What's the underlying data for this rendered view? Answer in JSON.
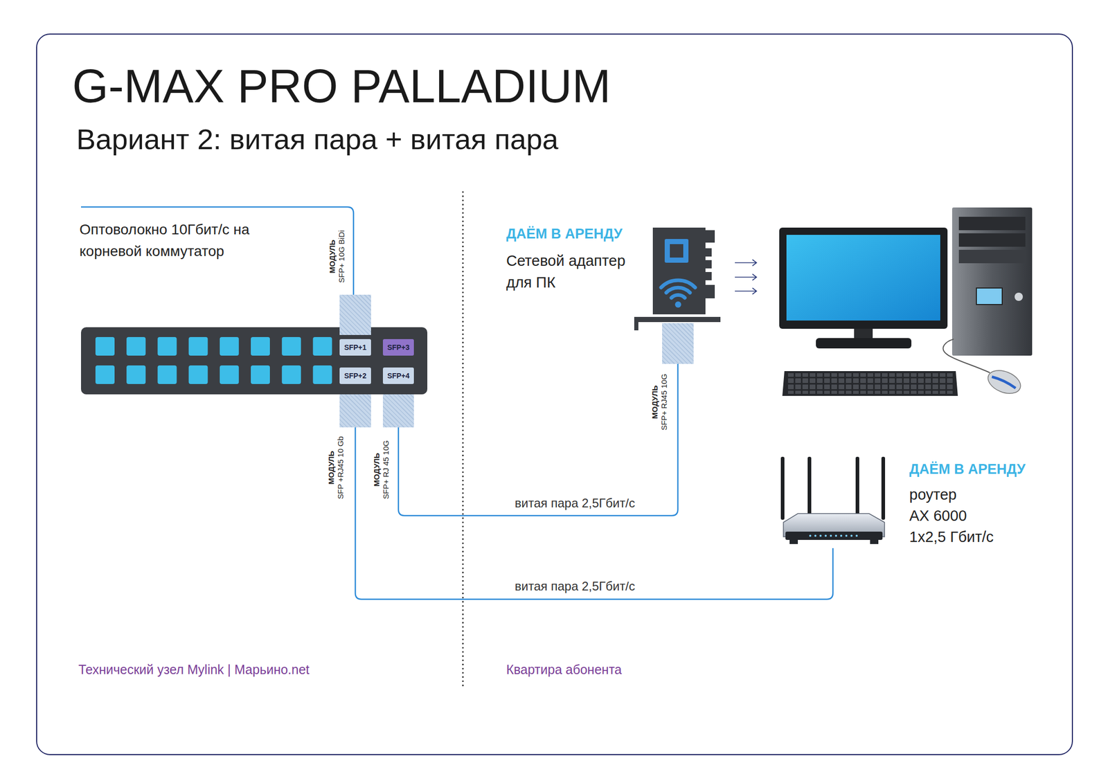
{
  "diagram": {
    "title": "G-MAX PRO PALLADIUM",
    "nodes": [
      {
        "text": [
          "МОДУЛЬ",
          "SFP+ 10G BiDi"
        ]
      },
      {
        "text": [
          "SFP+1"
        ]
      },
      {
        "text": [
          "SFP+3"
        ]
      },
      {
        "text": [
          "SFP+2"
        ]
      },
      {
        "text": [
          "SFP+4"
        ]
      },
      {
        "text": [
          "МОДУЛЬ",
          "SFP +RJ45 10 Gb"
        ]
      },
      {
        "text": [
          "МОДУЛЬ",
          "SFP+ RJ 45 10G"
        ]
      },
      {
        "text": [
          "ДАЁМ В АРЕНДУ",
          "Сетевой адаптер для ПК"
        ]
      },
      {
        "text": [
          "МОДУЛЬ",
          "SFP+ RJ45 10G"
        ]
      },
      {
        "text": [
          "ДАЁМ В АРЕНДУ",
          "роутер",
          "AX 6000",
          "1x2,5 Гбит/с"
        ]
      }
    ],
    "edges": [
      {
        "from": 6,
        "to": 8,
        "label": "витая пара 2,5Гбит/с",
        "arrow": "none"
      },
      {
        "from": 5,
        "to": 9,
        "label": "витая пара 2,5Гбит/с",
        "arrow": "none"
      }
    ],
    "labels": [
      "Вариант 2: витая пара + витая пара",
      "Оптоволокно 10Гбит/с на корневой коммутатор",
      "Технический узел Mylink | Марьино.net",
      "Квартира абонента"
    ]
  }
}
